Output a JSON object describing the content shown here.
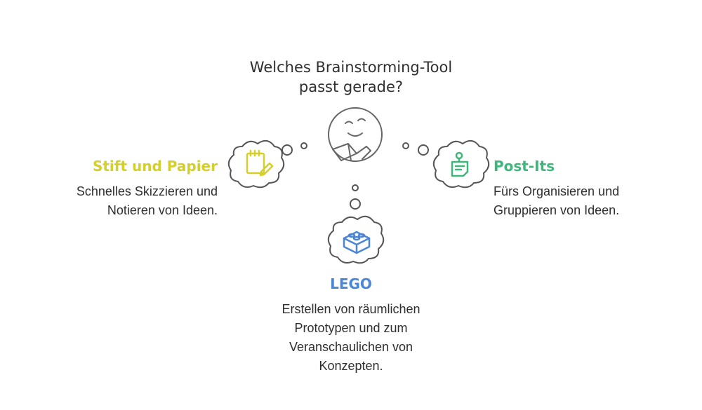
{
  "title": {
    "line1": "Welches Brainstorming-Tool",
    "line2": "passt gerade?"
  },
  "options": {
    "left": {
      "heading": "Stift und Papier",
      "desc1": "Schnelles Skizzieren und",
      "desc2": "Notieren von Ideen.",
      "color": "#d4cf2a",
      "icon": "notepad-pencil-icon"
    },
    "right": {
      "heading": "Post-Its",
      "desc1": "Fürs Organisieren und",
      "desc2": "Gruppieren von Ideen.",
      "color": "#3db87a",
      "icon": "sticky-note-pin-icon"
    },
    "bottom": {
      "heading": "LEGO",
      "desc1": "Erstellen von räumlichen",
      "desc2": "Prototypen und zum",
      "desc3": "Veranschaulichen von",
      "desc4": "Konzepten.",
      "color": "#4a86d8",
      "icon": "lego-brick-icon"
    }
  },
  "center_icon": "thinking-person-icon",
  "colors": {
    "outline": "#555555",
    "text": "#2f2f2f"
  }
}
